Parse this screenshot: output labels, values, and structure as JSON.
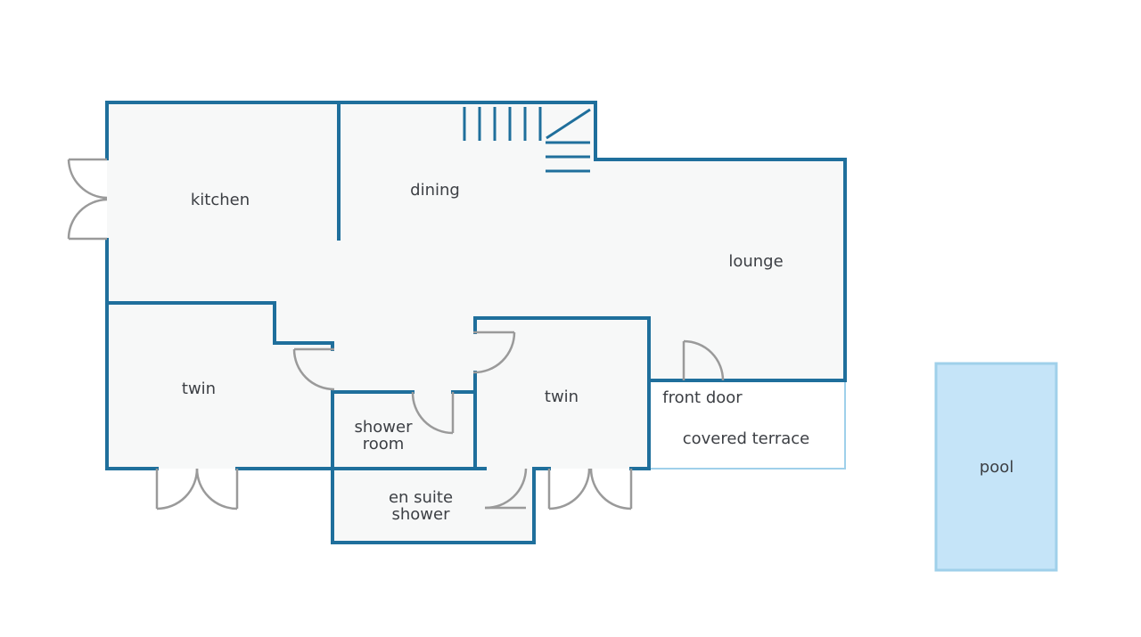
{
  "plan": {
    "colors": {
      "wall": "#1f6f9c",
      "floor": "#f7f8f8",
      "door": "#9a9a9a",
      "terrace_line": "#9fd0ea",
      "pool_fill": "#c5e4f8",
      "pool_border": "#9fd0ea",
      "label": "#3c3f44"
    },
    "labels": {
      "kitchen": "kitchen",
      "dining": "dining",
      "lounge": "lounge",
      "twin_left": "twin",
      "twin_right": "twin",
      "shower_room_line1": "shower",
      "shower_room_line2": "room",
      "en_suite_line1": "en suite",
      "en_suite_line2": "shower",
      "front_door": "front door",
      "covered_terrace": "covered terrace",
      "pool": "pool"
    }
  }
}
